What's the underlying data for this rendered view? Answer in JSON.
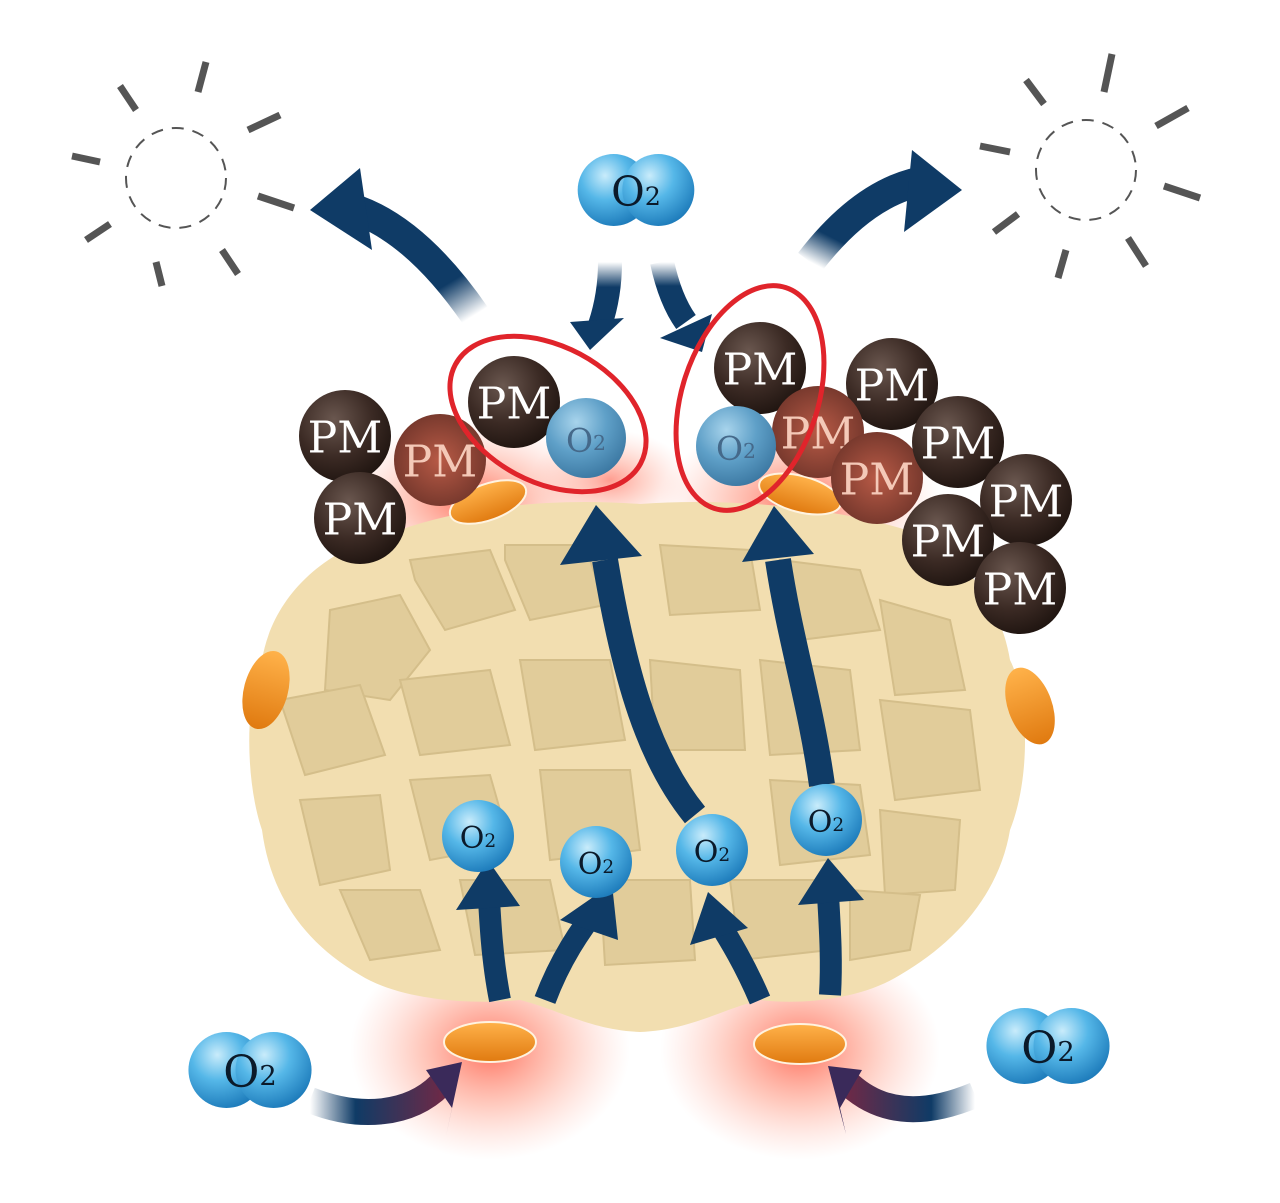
{
  "labels": {
    "pm": "PM",
    "o2_main": "O",
    "o2_sub": "2"
  },
  "colors": {
    "particle_dark": "#3b2a24",
    "oxygen_blue": "#3aa6e0",
    "arrow_navy": "#0f3b66",
    "catalyst_orange": "#f0921e",
    "highlight_red": "#e0242b",
    "filter_tan": "#f2deb0",
    "glow_red": "#ff6a5a",
    "sun_gray": "#555555"
  },
  "icons": {
    "sun": "sun-outline-icon",
    "arrow": "curved-arrow-icon",
    "particle": "soot-particle-icon",
    "oxygen": "oxygen-molecule-icon",
    "catalyst": "catalyst-site-icon"
  }
}
